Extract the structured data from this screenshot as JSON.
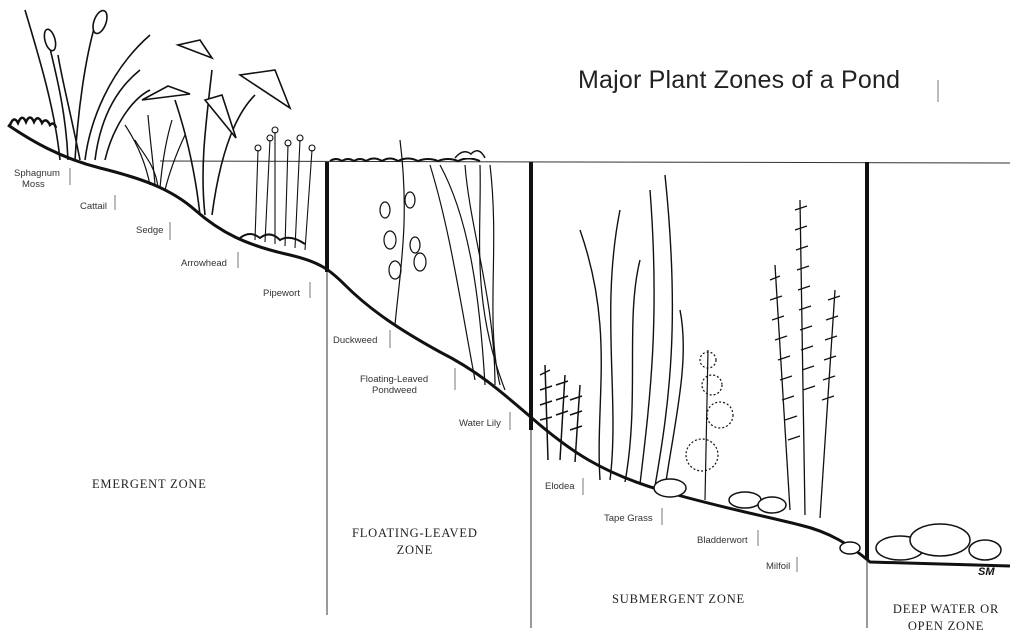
{
  "title": "Major Plant Zones of a Pond",
  "plants": {
    "sphagnum_moss": [
      "Sphagnum",
      "Moss"
    ],
    "cattail": "Cattail",
    "sedge": "Sedge",
    "arrowhead": "Arrowhead",
    "pipewort": "Pipewort",
    "duckweed": "Duckweed",
    "floating_leaved_pondweed": [
      "Floating-Leaved",
      "Pondweed"
    ],
    "water_lily": "Water Lily",
    "elodea": "Elodea",
    "tape_grass": "Tape Grass",
    "bladderwort": "Bladderwort",
    "milfoil": "Milfoil"
  },
  "zones": {
    "emergent": "EMERGENT ZONE",
    "floating_leaved": [
      "FLOATING-LEAVED",
      "ZONE"
    ],
    "submergent": "SUBMERGENT ZONE",
    "deep_water": [
      "DEEP WATER OR",
      "OPEN ZONE"
    ]
  },
  "signature": "SM"
}
